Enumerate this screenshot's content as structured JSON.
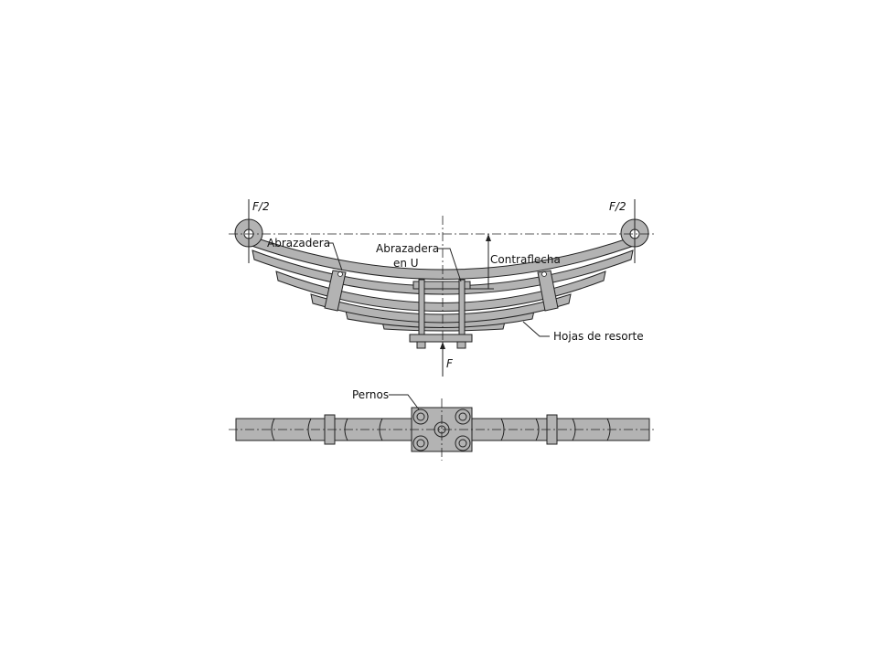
{
  "labels": {
    "force_half_left": "F/2",
    "force_half_right": "F/2",
    "clamp": "Abrazadera",
    "u_clamp_line1": "Abrazadera",
    "u_clamp_line2": "en U",
    "camber": "Contraflecha",
    "spring_leaves": "Hojas de resorte",
    "force": "F",
    "bolts": "Pernos"
  }
}
